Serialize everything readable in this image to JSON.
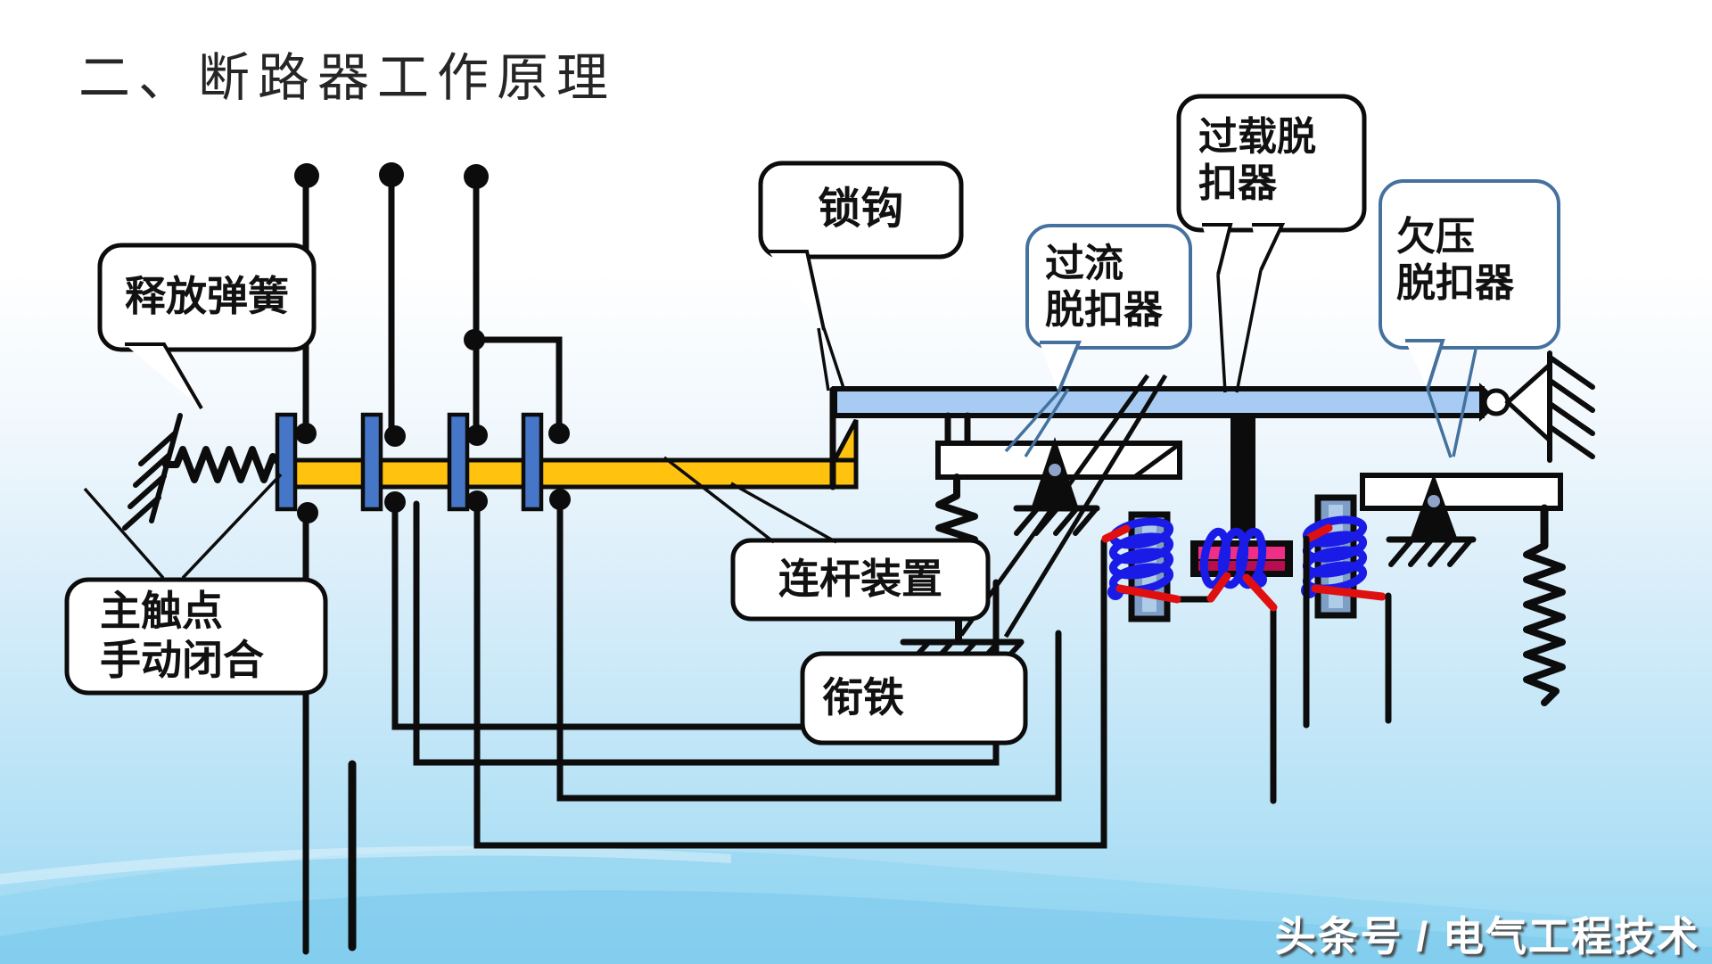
{
  "slide": {
    "title": "二、断路器工作原理",
    "watermark": "头条号 / 电气工程技术"
  },
  "callouts": {
    "release_spring": {
      "label": "释放弹簧"
    },
    "main_contact": {
      "line1": "主触点",
      "line2": "手动闭合"
    },
    "lock_hook": {
      "label": "锁钩"
    },
    "linkage": {
      "label": "连杆装置"
    },
    "armature": {
      "label": "衔铁"
    },
    "overcurrent": {
      "line1": "过流",
      "line2": "脱扣器"
    },
    "overload": {
      "line1": "过载脱",
      "line2": "扣器"
    },
    "undervoltage": {
      "line1": "欠压",
      "line2": "脱扣器"
    }
  },
  "colors": {
    "ink": "#0c0c0c",
    "yellow": "#ffc20e",
    "barblue": "#a7cbf2",
    "block": "#4576c8",
    "core": "#7e9ec6",
    "coreinner": "#aecbe8",
    "coil": "#1b1be8",
    "red": "#e01010",
    "pink": "#f02e86",
    "pinkdark": "#b80d4e",
    "blueline": "#44719e"
  }
}
